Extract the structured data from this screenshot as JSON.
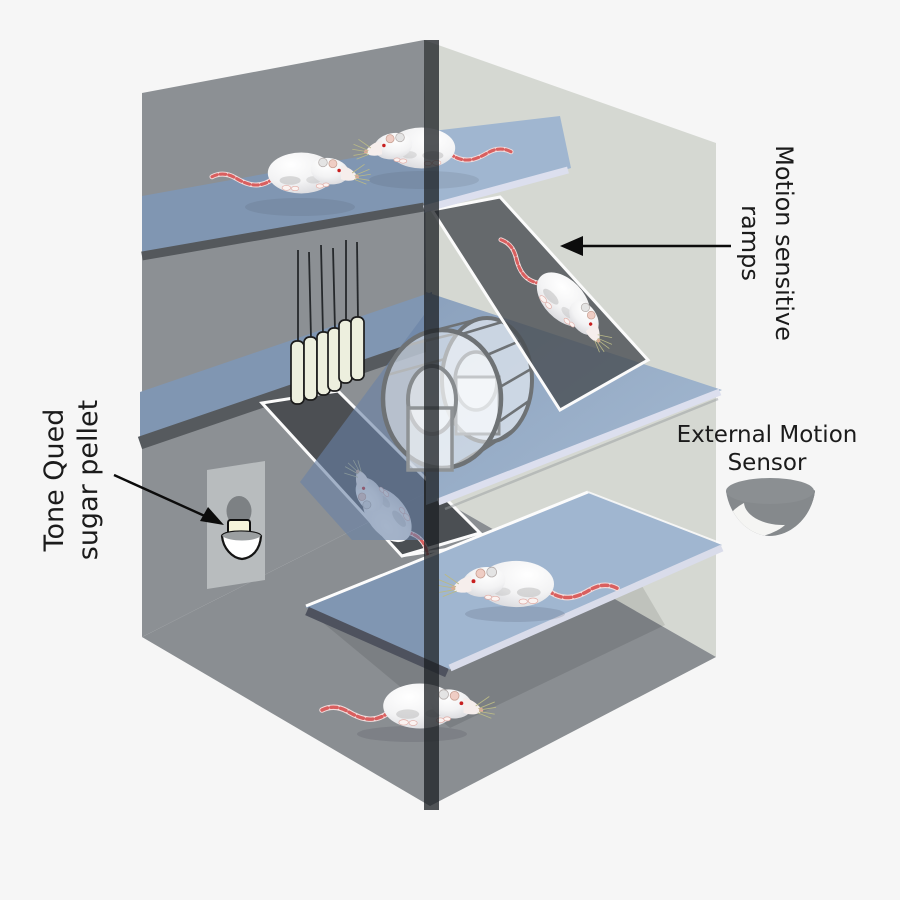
{
  "diagram": {
    "labels": {
      "pellet": {
        "line1": "Tone Qued",
        "line2": "sugar pellet"
      },
      "ramps": {
        "line1": "Motion sensitive",
        "line2": "ramps"
      },
      "sensor": {
        "line1": "External Motion",
        "line2": "Sensor"
      }
    },
    "colors": {
      "background": "#f6f6f6",
      "left_wall": "#8c9094",
      "right_wall": "#d5d8d2",
      "floor": "#8a8e92",
      "platform_blue_light": "#a0b6d0",
      "platform_blue_dark": "#8096b2",
      "platform_edge_light": "#dcdfee",
      "platform_edge_dark": "#54585c",
      "ramp_gray": "#5a5e62",
      "ramp_border": "#fbfbfb",
      "corner_edge": "#1c1f23",
      "tube_cream": "#edefde",
      "rat_body_white": "#f2f2f2",
      "rat_tail_red": "#d95f5f",
      "sensor_gray": "#85898c",
      "label_text": "#1b1b1b"
    },
    "objects": {
      "platform_count": 3,
      "ramp_count": 2,
      "hanging_tubes_count": 6,
      "running_wheel": "wire running wheel on middle platform",
      "pellet_dispenser": "wall cup with sugar pellet",
      "external_motion_sensor": "gray bowl-shaped sensor outside cage",
      "rats": [
        {
          "location": "top platform left",
          "facing": "right"
        },
        {
          "location": "top platform right",
          "facing": "left"
        },
        {
          "location": "upper motion ramp",
          "facing": "down-right"
        },
        {
          "location": "lower motion ramp (behind middle platform)",
          "facing": "up-left"
        },
        {
          "location": "lower platform",
          "facing": "left"
        },
        {
          "location": "cage floor",
          "facing": "right"
        }
      ]
    }
  }
}
